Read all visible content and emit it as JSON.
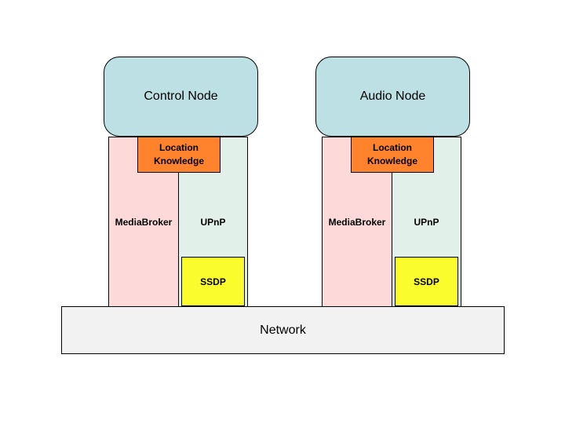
{
  "colors": {
    "node_fill": "#bde0e4",
    "mediabroker_fill": "#fed9d9",
    "upnp_fill": "#e2f0ea",
    "ssdp_fill": "#fbfc2c",
    "location_fill": "#ff822c",
    "network_fill": "#f2f2f2",
    "border": "#000000"
  },
  "stacks": [
    {
      "node_label": "Control Node",
      "location_line1": "Location",
      "location_line2": "Knowledge",
      "mediabroker_label": "MediaBroker",
      "upnp_label": "UPnP",
      "ssdp_label": "SSDP"
    },
    {
      "node_label": "Audio Node",
      "location_line1": "Location",
      "location_line2": "Knowledge",
      "mediabroker_label": "MediaBroker",
      "upnp_label": "UPnP",
      "ssdp_label": "SSDP"
    }
  ],
  "network": {
    "label": "Network"
  }
}
